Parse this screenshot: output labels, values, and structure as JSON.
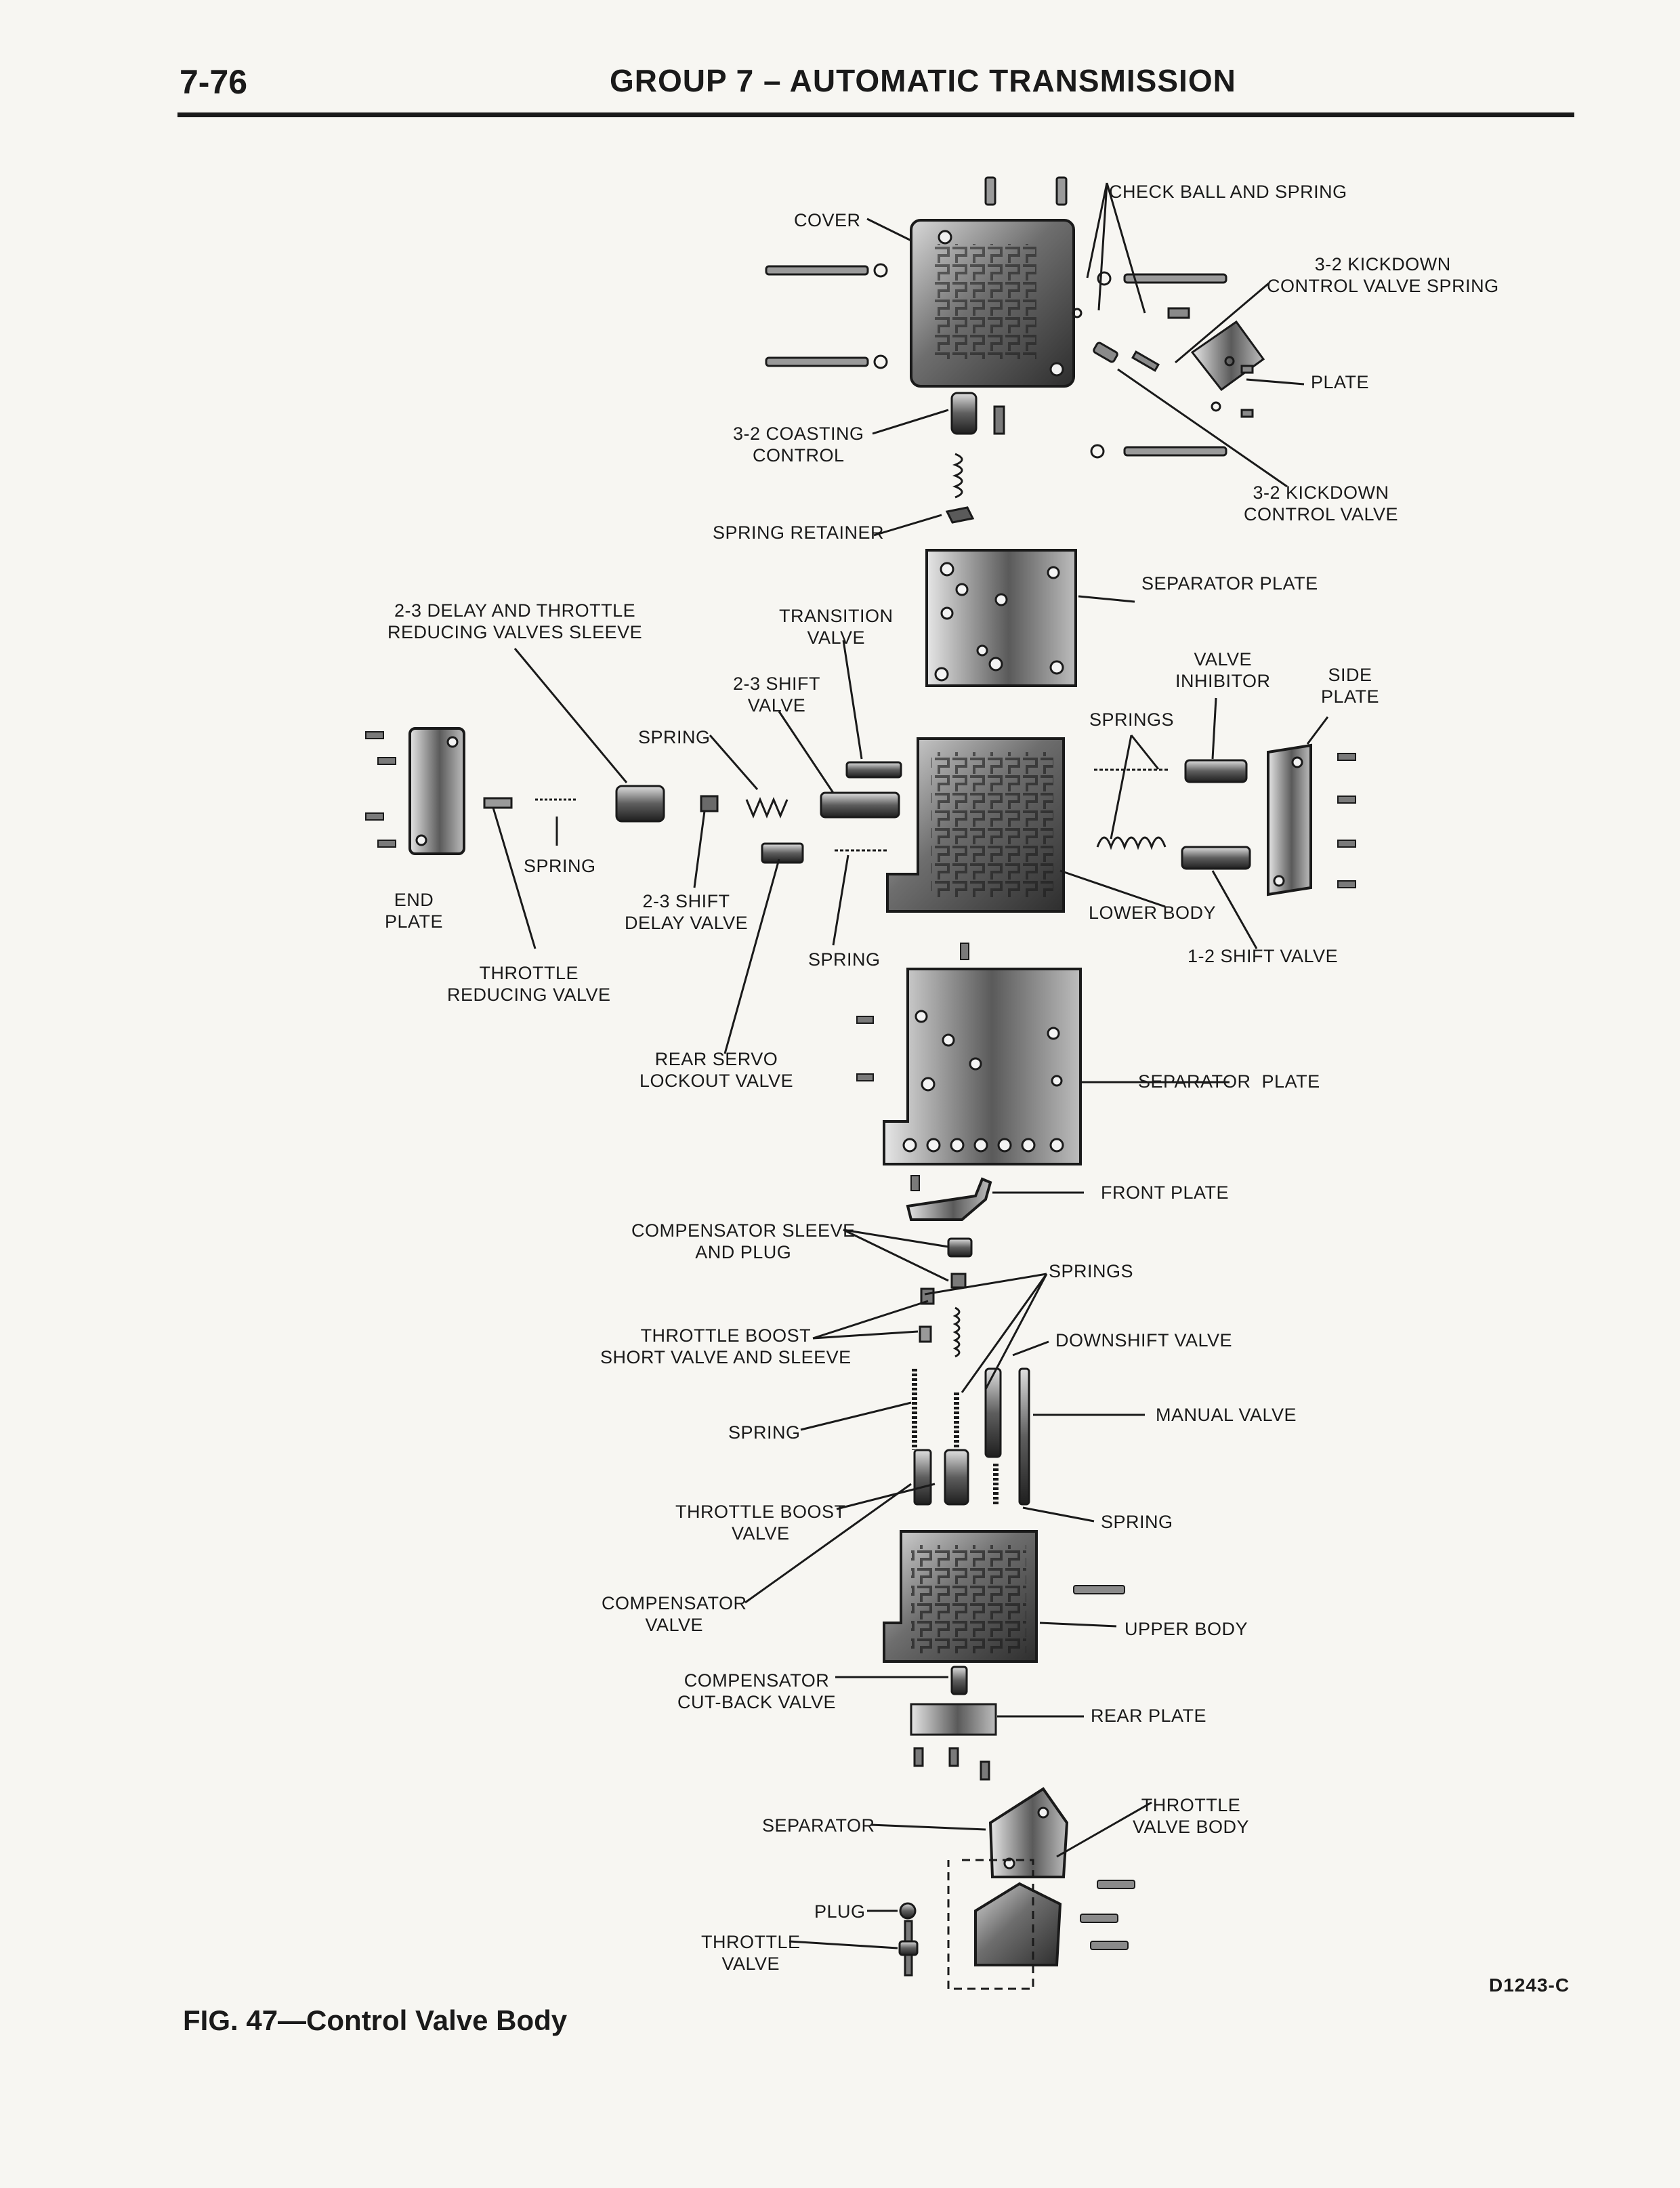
{
  "header": {
    "page_number": "7-76",
    "group_title": "GROUP 7 – AUTOMATIC TRANSMISSION"
  },
  "figure": {
    "caption": "FIG. 47—Control Valve Body",
    "drawing_code": "D1243-C"
  },
  "labels": {
    "cover": "COVER",
    "check_ball": "CHECK BALL AND SPRING",
    "kd_spring_1": "3-2 KICKDOWN",
    "kd_spring_2": "CONTROL VALVE SPRING",
    "plate": "PLATE",
    "coasting_1": "3-2 COASTING",
    "coasting_2": "CONTROL",
    "kd_valve_1": "3-2 KICKDOWN",
    "kd_valve_2": "CONTROL VALVE",
    "spring_retainer": "SPRING RETAINER",
    "sep_plate_top": "SEPARATOR PLATE",
    "delay_sleeve_1": "2-3 DELAY AND THROTTLE",
    "delay_sleeve_2": "REDUCING VALVES SLEEVE",
    "transition_1": "TRANSITION",
    "transition_2": "VALVE",
    "shift23_1": "2-3 SHIFT",
    "shift23_2": "VALVE",
    "inhibitor_1": "VALVE",
    "inhibitor_2": "INHIBITOR",
    "side_plate_1": "SIDE",
    "side_plate_2": "PLATE",
    "springs_mid": "SPRINGS",
    "spring_a": "SPRING",
    "spring_b": "SPRING",
    "end_plate_1": "END",
    "end_plate_2": "PLATE",
    "delay23_1": "2-3 SHIFT",
    "delay23_2": "DELAY VALVE",
    "lower_body": "LOWER BODY",
    "spring_c": "SPRING",
    "shift12": "1-2 SHIFT VALVE",
    "trv_1": "THROTTLE",
    "trv_2": "REDUCING VALVE",
    "rear_servo_1": "REAR SERVO",
    "rear_servo_2": "LOCKOUT VALVE",
    "sep_plate_mid": "SEPARATOR  PLATE",
    "front_plate": "FRONT PLATE",
    "comp_sleeve_1": "COMPENSATOR SLEEVE",
    "comp_sleeve_2": "AND PLUG",
    "springs_low": "SPRINGS",
    "tb_short_1": "THROTTLE BOOST",
    "tb_short_2": "SHORT VALVE AND SLEEVE",
    "downshift": "DOWNSHIFT VALVE",
    "manual": "MANUAL VALVE",
    "spring_d": "SPRING",
    "tb_valve_1": "THROTTLE BOOST",
    "tb_valve_2": "VALVE",
    "spring_e": "SPRING",
    "comp_valve_1": "COMPENSATOR",
    "comp_valve_2": "VALVE",
    "upper_body": "UPPER BODY",
    "cutback_1": "COMPENSATOR",
    "cutback_2": "CUT-BACK VALVE",
    "rear_plate": "REAR PLATE",
    "tvb_1": "THROTTLE",
    "tvb_2": "VALVE BODY",
    "separator": "SEPARATOR",
    "plug": "PLUG",
    "tv_1": "THROTTLE",
    "tv_2": "VALVE"
  },
  "colors": {
    "ink": "#1a1a1a",
    "paper": "#f7f6f2",
    "casting_dark": "#3a3a3a",
    "casting_mid": "#8a8a8a",
    "casting_light": "#cfcfcf"
  }
}
